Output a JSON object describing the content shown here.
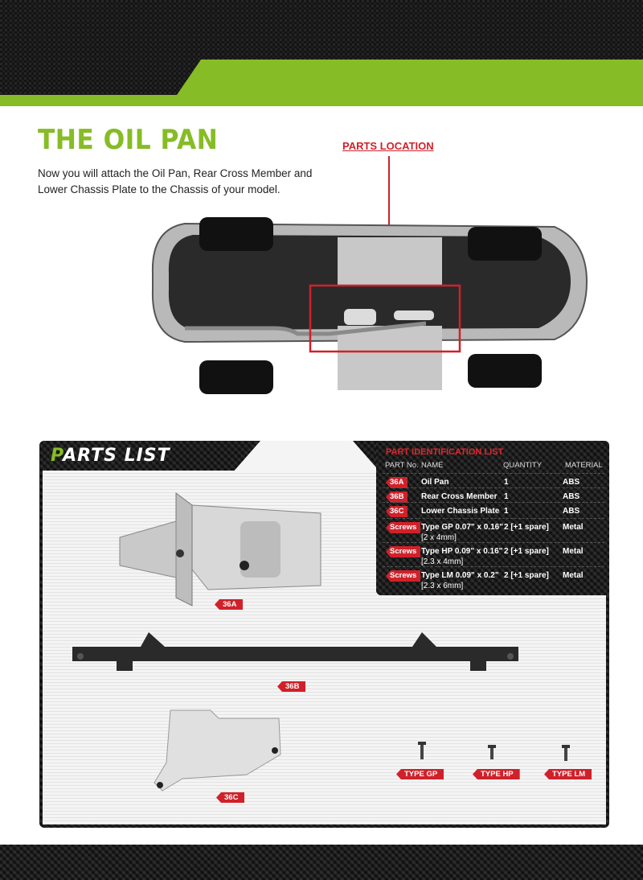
{
  "header": {
    "title": "THE OIL PAN",
    "intro": "Now you will attach the Oil Pan, Rear Cross Member and Lower Chassis Plate to the Chassis of your model.",
    "parts_location_label": "PARTS LOCATION"
  },
  "colors": {
    "accent_green": "#86bc25",
    "accent_red": "#d0212a",
    "panel_dark": "#1f1f1f"
  },
  "parts_list": {
    "title_first": "P",
    "title_rest": "ARTS LIST",
    "id_table": {
      "title": "PART IDENTIFICATION LIST",
      "columns": [
        "PART No.",
        "NAME",
        "QUANTITY",
        "MATERIAL"
      ],
      "rows": [
        {
          "part_no": "36A",
          "name": "Oil Pan",
          "name2": "",
          "quantity": "1",
          "material": "ABS"
        },
        {
          "part_no": "36B",
          "name": "Rear Cross Member",
          "name2": "",
          "quantity": "1",
          "material": "ABS"
        },
        {
          "part_no": "36C",
          "name": "Lower Chassis Plate",
          "name2": "",
          "quantity": "1",
          "material": "ABS"
        },
        {
          "part_no": "Screws",
          "name": "Type GP  0.07\" x 0.16\"",
          "name2": "[2 x 4mm]",
          "quantity": "2 [+1 spare]",
          "material": "Metal"
        },
        {
          "part_no": "Screws",
          "name": "Type HP  0.09\" x 0.16\"",
          "name2": "[2.3 x 4mm]",
          "quantity": "2 [+1 spare]",
          "material": "Metal"
        },
        {
          "part_no": "Screws",
          "name": "Type LM  0.09\" x 0.2\"",
          "name2": "[2.3 x 6mm]",
          "quantity": "2 [+1 spare]",
          "material": "Metal"
        }
      ]
    },
    "part_labels": {
      "a": "36A",
      "b": "36B",
      "c": "36C",
      "gp": "TYPE GP",
      "hp": "TYPE HP",
      "lm": "TYPE LM"
    }
  }
}
